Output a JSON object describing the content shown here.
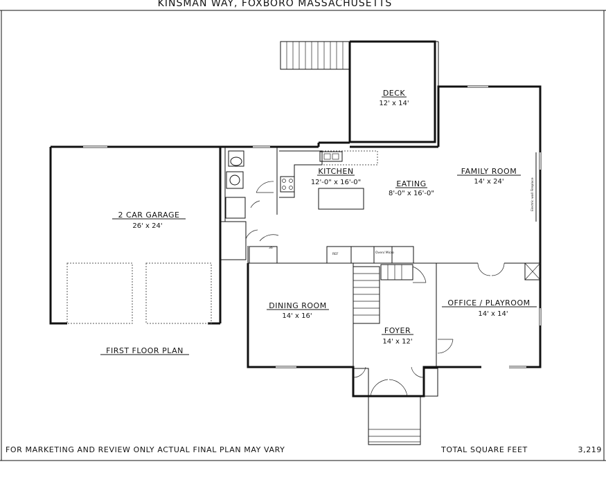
{
  "header": {
    "title": "KINSMAN WAY, FOXBORO MASSACHUSETTS"
  },
  "rooms": {
    "deck": {
      "name": "DECK",
      "dim": "12' x 14'"
    },
    "kitchen": {
      "name": "KITCHEN",
      "dim": "12'-0\" x 16'-0\""
    },
    "eating": {
      "name": "EATING",
      "dim": "8'-0\" x 16'-0\""
    },
    "family": {
      "name": "FAMILY ROOM",
      "dim": "14' x 24'"
    },
    "garage": {
      "name": "2 CAR GARAGE",
      "dim": "26' x 24'"
    },
    "dining": {
      "name": "DINING ROOM",
      "dim": "14' x 16'"
    },
    "office": {
      "name": "OFFICE / PLAYROOM",
      "dim": "14' x 14'"
    },
    "foyer": {
      "name": "FOYER",
      "dim": "14' x 12'"
    }
  },
  "fixtures": {
    "ref": "REF",
    "oven": "Oven/ Micro",
    "bench": "36\"",
    "fireplace": "Electric wall Fireplace"
  },
  "plan_label": "FIRST FLOOR PLAN",
  "footer": {
    "disclaimer": "FOR MARKETING AND REVIEW ONLY ACTUAL FINAL PLAN MAY VARY",
    "total_label": "TOTAL SQUARE FEET",
    "total_value": "3,219"
  }
}
